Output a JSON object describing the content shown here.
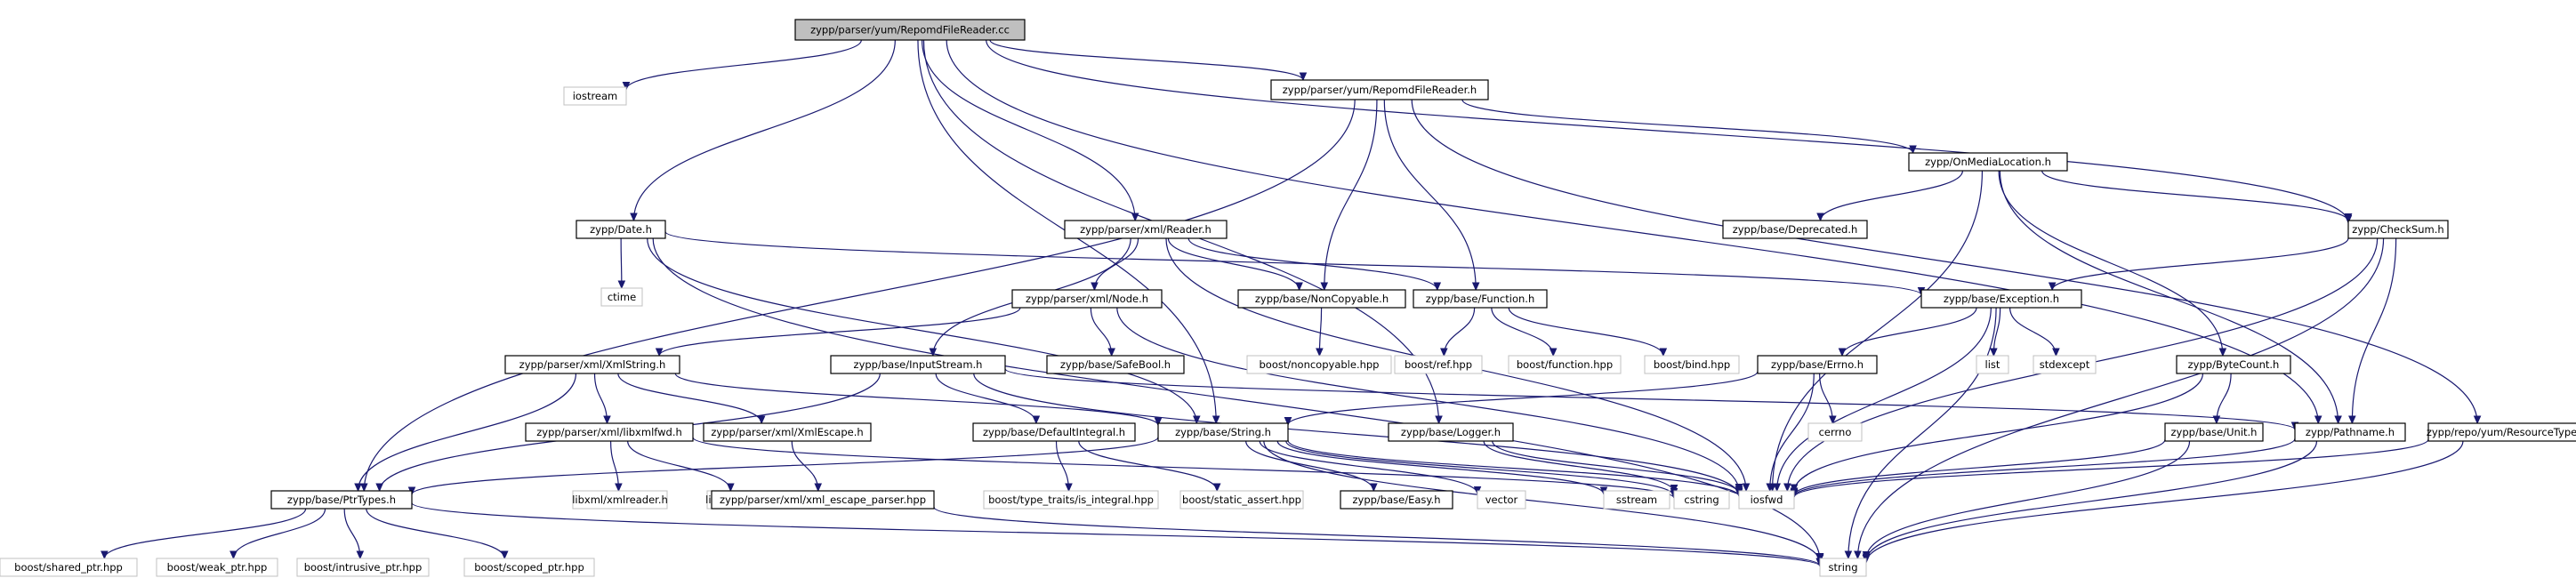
{
  "diagram": {
    "nodes": [
      {
        "id": "root",
        "label": "zypp/parser/yum/RepomdFileReader.cc",
        "kind": "root"
      },
      {
        "id": "iostream",
        "label": "iostream",
        "kind": "ext"
      },
      {
        "id": "rfr_h",
        "label": "zypp/parser/yum/RepomdFileReader.h",
        "kind": "int"
      },
      {
        "id": "date",
        "label": "zypp/Date.h",
        "kind": "int"
      },
      {
        "id": "reader",
        "label": "zypp/parser/xml/Reader.h",
        "kind": "int"
      },
      {
        "id": "onmedia",
        "label": "zypp/OnMediaLocation.h",
        "kind": "int"
      },
      {
        "id": "deprecated",
        "label": "zypp/base/Deprecated.h",
        "kind": "int"
      },
      {
        "id": "checksum",
        "label": "zypp/CheckSum.h",
        "kind": "int"
      },
      {
        "id": "ctime",
        "label": "ctime",
        "kind": "ext"
      },
      {
        "id": "node",
        "label": "zypp/parser/xml/Node.h",
        "kind": "int"
      },
      {
        "id": "noncopy",
        "label": "zypp/base/NonCopyable.h",
        "kind": "int"
      },
      {
        "id": "function",
        "label": "zypp/base/Function.h",
        "kind": "int"
      },
      {
        "id": "exception",
        "label": "zypp/base/Exception.h",
        "kind": "int"
      },
      {
        "id": "xmlstring",
        "label": "zypp/parser/xml/XmlString.h",
        "kind": "int"
      },
      {
        "id": "safebool",
        "label": "zypp/base/SafeBool.h",
        "kind": "int"
      },
      {
        "id": "inputstream",
        "label": "zypp/base/InputStream.h",
        "kind": "int"
      },
      {
        "id": "boostnoncopy",
        "label": "boost/noncopyable.hpp",
        "kind": "ext"
      },
      {
        "id": "boostref",
        "label": "boost/ref.hpp",
        "kind": "ext"
      },
      {
        "id": "boostfunction",
        "label": "boost/function.hpp",
        "kind": "ext"
      },
      {
        "id": "boostbind",
        "label": "boost/bind.hpp",
        "kind": "ext"
      },
      {
        "id": "errno",
        "label": "zypp/base/Errno.h",
        "kind": "int"
      },
      {
        "id": "list",
        "label": "list",
        "kind": "ext"
      },
      {
        "id": "stdexcept",
        "label": "stdexcept",
        "kind": "ext"
      },
      {
        "id": "bytecount",
        "label": "zypp/ByteCount.h",
        "kind": "int"
      },
      {
        "id": "libxmlfwd",
        "label": "zypp/parser/xml/libxmlfwd.h",
        "kind": "int"
      },
      {
        "id": "xmlescape",
        "label": "zypp/parser/xml/XmlEscape.h",
        "kind": "int"
      },
      {
        "id": "defint",
        "label": "zypp/base/DefaultIntegral.h",
        "kind": "int"
      },
      {
        "id": "string_h",
        "label": "zypp/base/String.h",
        "kind": "int"
      },
      {
        "id": "logger",
        "label": "zypp/base/Logger.h",
        "kind": "int"
      },
      {
        "id": "cerrno",
        "label": "cerrno",
        "kind": "ext"
      },
      {
        "id": "unit",
        "label": "zypp/base/Unit.h",
        "kind": "int"
      },
      {
        "id": "pathname",
        "label": "zypp/Pathname.h",
        "kind": "int"
      },
      {
        "id": "restype",
        "label": "zypp/repo/yum/ResourceType.h",
        "kind": "int"
      },
      {
        "id": "ptrtypes",
        "label": "zypp/base/PtrTypes.h",
        "kind": "int"
      },
      {
        "id": "xmlreader",
        "label": "libxml/xmlreader.h",
        "kind": "ext"
      },
      {
        "id": "xmlerror",
        "label": "libxml/xmlerror.h",
        "kind": "ext"
      },
      {
        "id": "escparser",
        "label": "zypp/parser/xml/xml_escape_parser.hpp",
        "kind": "int"
      },
      {
        "id": "istraits",
        "label": "boost/type_traits/is_integral.hpp",
        "kind": "ext"
      },
      {
        "id": "staticassert",
        "label": "boost/static_assert.hpp",
        "kind": "ext"
      },
      {
        "id": "easy",
        "label": "zypp/base/Easy.h",
        "kind": "int"
      },
      {
        "id": "vector",
        "label": "vector",
        "kind": "ext"
      },
      {
        "id": "sstream",
        "label": "sstream",
        "kind": "ext"
      },
      {
        "id": "cstring",
        "label": "cstring",
        "kind": "ext"
      },
      {
        "id": "iosfwd",
        "label": "iosfwd",
        "kind": "ext"
      },
      {
        "id": "sharedptr",
        "label": "boost/shared_ptr.hpp",
        "kind": "ext"
      },
      {
        "id": "weakptr",
        "label": "boost/weak_ptr.hpp",
        "kind": "ext"
      },
      {
        "id": "intrusiveptr",
        "label": "boost/intrusive_ptr.hpp",
        "kind": "ext"
      },
      {
        "id": "scopedptr",
        "label": "boost/scoped_ptr.hpp",
        "kind": "ext"
      },
      {
        "id": "string",
        "label": "string",
        "kind": "ext"
      }
    ],
    "edges": [
      [
        "root",
        "iostream"
      ],
      [
        "root",
        "rfr_h"
      ],
      [
        "root",
        "date"
      ],
      [
        "root",
        "reader"
      ],
      [
        "root",
        "checksum"
      ],
      [
        "root",
        "pathname"
      ],
      [
        "root",
        "string_h"
      ],
      [
        "root",
        "logger"
      ],
      [
        "rfr_h",
        "ptrtypes"
      ],
      [
        "rfr_h",
        "noncopy"
      ],
      [
        "rfr_h",
        "function"
      ],
      [
        "rfr_h",
        "onmedia"
      ],
      [
        "rfr_h",
        "restype"
      ],
      [
        "date",
        "ctime"
      ],
      [
        "date",
        "exception"
      ],
      [
        "date",
        "string"
      ],
      [
        "date",
        "string_h"
      ],
      [
        "reader",
        "node"
      ],
      [
        "reader",
        "noncopy"
      ],
      [
        "reader",
        "function"
      ],
      [
        "reader",
        "inputstream"
      ],
      [
        "reader",
        "iosfwd"
      ],
      [
        "onmedia",
        "deprecated"
      ],
      [
        "onmedia",
        "checksum"
      ],
      [
        "onmedia",
        "bytecount"
      ],
      [
        "onmedia",
        "pathname"
      ],
      [
        "onmedia",
        "iosfwd"
      ],
      [
        "checksum",
        "exception"
      ],
      [
        "checksum",
        "pathname"
      ],
      [
        "checksum",
        "iosfwd"
      ],
      [
        "checksum",
        "string"
      ],
      [
        "node",
        "xmlstring"
      ],
      [
        "node",
        "safebool"
      ],
      [
        "node",
        "iosfwd"
      ],
      [
        "noncopy",
        "boostnoncopy"
      ],
      [
        "function",
        "boostref"
      ],
      [
        "function",
        "boostfunction"
      ],
      [
        "function",
        "boostbind"
      ],
      [
        "exception",
        "errno"
      ],
      [
        "exception",
        "list"
      ],
      [
        "exception",
        "stdexcept"
      ],
      [
        "exception",
        "iosfwd"
      ],
      [
        "exception",
        "string"
      ],
      [
        "xmlstring",
        "ptrtypes"
      ],
      [
        "xmlstring",
        "libxmlfwd"
      ],
      [
        "xmlstring",
        "xmlescape"
      ],
      [
        "xmlstring",
        "string_h"
      ],
      [
        "inputstream",
        "ptrtypes"
      ],
      [
        "inputstream",
        "defint"
      ],
      [
        "inputstream",
        "pathname"
      ],
      [
        "inputstream",
        "iosfwd"
      ],
      [
        "errno",
        "string_h"
      ],
      [
        "errno",
        "cerrno"
      ],
      [
        "errno",
        "iosfwd"
      ],
      [
        "bytecount",
        "unit"
      ],
      [
        "bytecount",
        "iosfwd"
      ],
      [
        "libxmlfwd",
        "xmlreader"
      ],
      [
        "libxmlfwd",
        "xmlerror"
      ],
      [
        "libxmlfwd",
        "cstring"
      ],
      [
        "xmlescape",
        "escparser"
      ],
      [
        "defint",
        "istraits"
      ],
      [
        "defint",
        "staticassert"
      ],
      [
        "string_h",
        "ptrtypes"
      ],
      [
        "string_h",
        "easy"
      ],
      [
        "string_h",
        "vector"
      ],
      [
        "string_h",
        "sstream"
      ],
      [
        "string_h",
        "cstring"
      ],
      [
        "string_h",
        "iosfwd"
      ],
      [
        "string_h",
        "string"
      ],
      [
        "logger",
        "iosfwd"
      ],
      [
        "logger",
        "cstring"
      ],
      [
        "unit",
        "iosfwd"
      ],
      [
        "unit",
        "string"
      ],
      [
        "pathname",
        "iosfwd"
      ],
      [
        "pathname",
        "string"
      ],
      [
        "restype",
        "iosfwd"
      ],
      [
        "restype",
        "string"
      ],
      [
        "ptrtypes",
        "sharedptr"
      ],
      [
        "ptrtypes",
        "weakptr"
      ],
      [
        "ptrtypes",
        "intrusiveptr"
      ],
      [
        "ptrtypes",
        "scopedptr"
      ],
      [
        "ptrtypes",
        "string"
      ],
      [
        "escparser",
        "string"
      ]
    ]
  }
}
